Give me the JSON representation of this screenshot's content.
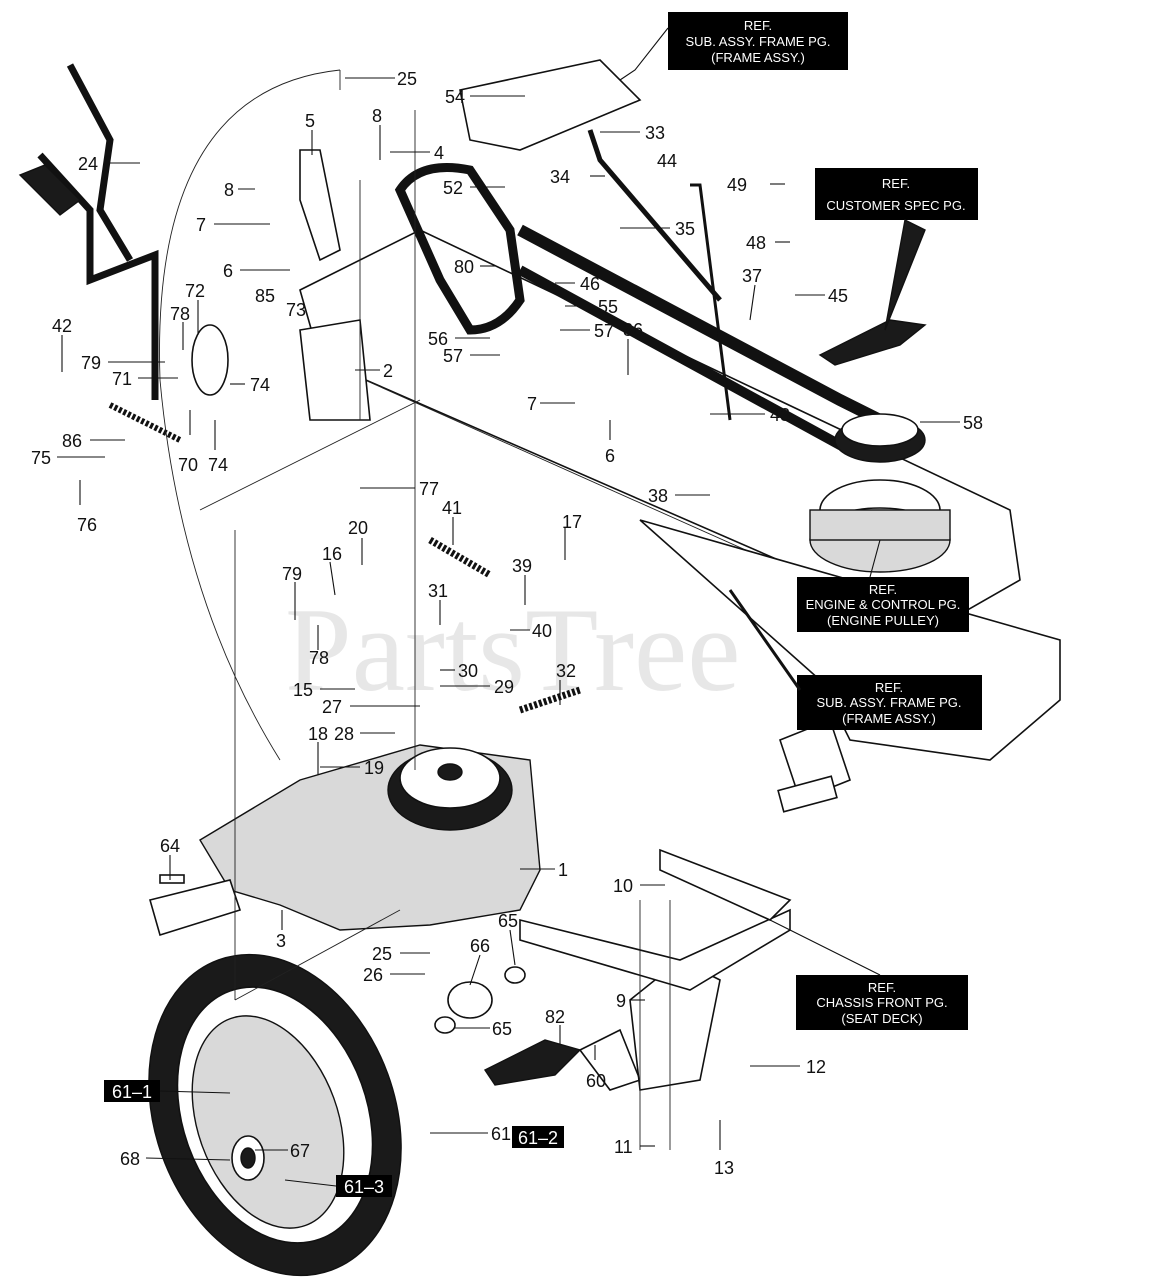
{
  "watermark": "PartsTree",
  "ref_boxes": [
    {
      "id": "frame-top",
      "lines": [
        "REF.",
        "SUB. ASSY. FRAME PG.",
        "(FRAME ASSY.)"
      ]
    },
    {
      "id": "customer-spec",
      "lines": [
        "REF.",
        "CUSTOMER SPEC PG."
      ]
    },
    {
      "id": "engine-control",
      "lines": [
        "REF.",
        "ENGINE & CONTROL PG.",
        "(ENGINE PULLEY)"
      ]
    },
    {
      "id": "frame-mid",
      "lines": [
        "REF.",
        "SUB. ASSY. FRAME PG.",
        "(FRAME ASSY.)"
      ]
    },
    {
      "id": "chassis-front",
      "lines": [
        "REF.",
        "CHASSIS FRONT PG.",
        "(SEAT DECK)"
      ]
    }
  ],
  "tags": [
    "61–1",
    "61–2",
    "61–3"
  ],
  "callouts": [
    "25",
    "54",
    "8",
    "5",
    "4",
    "33",
    "44",
    "34",
    "49",
    "52",
    "24",
    "8",
    "7",
    "35",
    "48",
    "80",
    "6",
    "37",
    "45",
    "85",
    "73",
    "46",
    "55",
    "72",
    "78",
    "42",
    "56",
    "57",
    "36",
    "57",
    "79",
    "71",
    "2",
    "74",
    "7",
    "43",
    "58",
    "86",
    "75",
    "70",
    "74",
    "6",
    "76",
    "77",
    "38",
    "41",
    "17",
    "20",
    "16",
    "79",
    "31",
    "39",
    "40",
    "78",
    "30",
    "32",
    "29",
    "15",
    "27",
    "28",
    "18",
    "19",
    "1",
    "64",
    "10",
    "3",
    "25",
    "66",
    "65",
    "26",
    "9",
    "82",
    "65",
    "12",
    "60",
    "61",
    "68",
    "67",
    "11",
    "13"
  ]
}
